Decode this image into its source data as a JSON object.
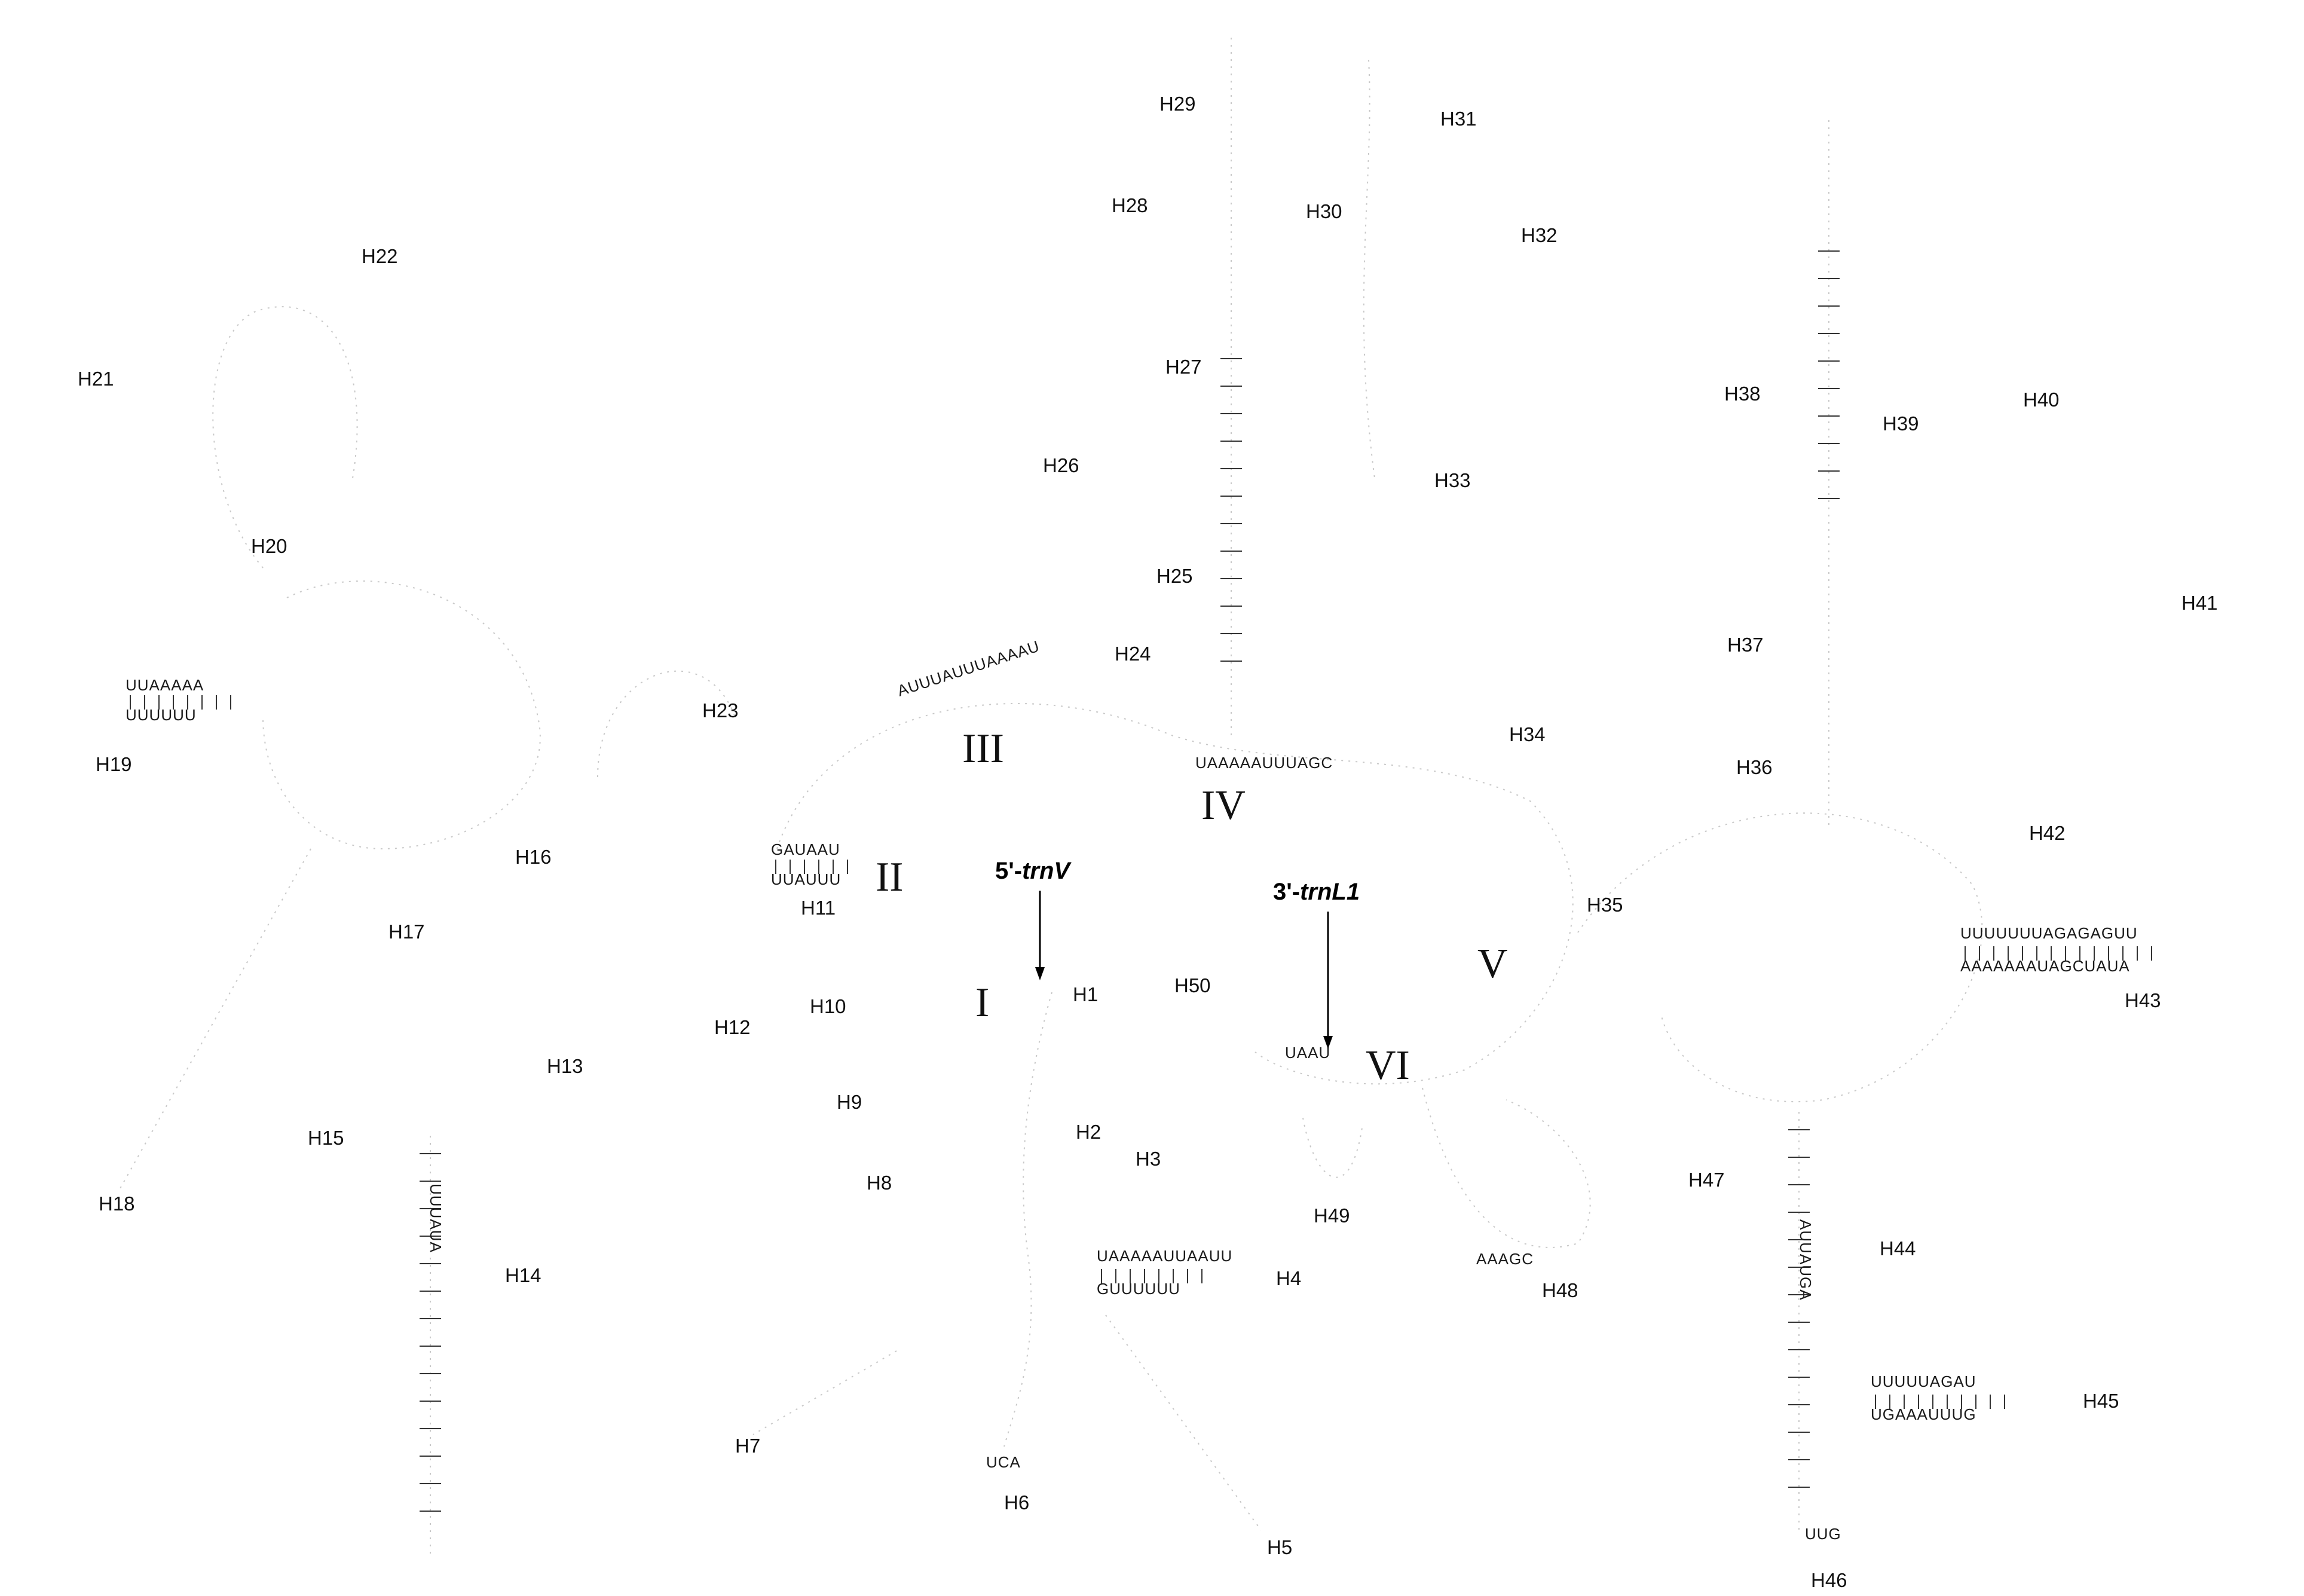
{
  "figure": {
    "domains": {
      "I": "I",
      "II": "II",
      "III": "III",
      "IV": "IV",
      "V": "V",
      "VI": "VI"
    },
    "genes": {
      "five_prime_prefix": "5'-",
      "five_prime_gene": "trnV",
      "three_prime_prefix": "3'-",
      "three_prime_gene": "trnL1"
    },
    "helices": {
      "H1": "H1",
      "H2": "H2",
      "H3": "H3",
      "H4": "H4",
      "H5": "H5",
      "H6": "H6",
      "H7": "H7",
      "H8": "H8",
      "H9": "H9",
      "H10": "H10",
      "H11": "H11",
      "H12": "H12",
      "H13": "H13",
      "H14": "H14",
      "H15": "H15",
      "H16": "H16",
      "H17": "H17",
      "H18": "H18",
      "H19": "H19",
      "H20": "H20",
      "H21": "H21",
      "H22": "H22",
      "H23": "H23",
      "H24": "H24",
      "H25": "H25",
      "H26": "H26",
      "H27": "H27",
      "H28": "H28",
      "H29": "H29",
      "H30": "H30",
      "H31": "H31",
      "H32": "H32",
      "H33": "H33",
      "H34": "H34",
      "H35": "H35",
      "H36": "H36",
      "H37": "H37",
      "H38": "H38",
      "H39": "H39",
      "H40": "H40",
      "H41": "H41",
      "H42": "H42",
      "H43": "H43",
      "H44": "H44",
      "H45": "H45",
      "H46": "H46",
      "H47": "H47",
      "H48": "H48",
      "H49": "H49",
      "H50": "H50"
    },
    "sequences": {
      "domain_III_loop": "AUUUAUUUAAAAU",
      "domain_IV_loop": "UAAAAAUUUAGC",
      "H19_top": "UUAAAAA",
      "H19_bottom": "UUUUUU",
      "H11_top": "GAUAAU",
      "H11_bottom": "UUAUUU",
      "H4_top": "UAAAAAUUAAUU",
      "H4_bottom": "GUUUUUU",
      "H43_top": "UUUUUUUAGAGAGUU",
      "H43_bottom": "AAAAAAAUAGCUAUA",
      "H45_top": "UUUUUAGAU",
      "H45_bottom": "UGAAAUUUG",
      "H44_stem": "AUUAUGA",
      "H14_stem": "UUUAUA",
      "H46_loop": "UUG",
      "H50_loop": "UAAU",
      "H6_loop": "UCA",
      "H48_loop": "AAAGC"
    }
  }
}
